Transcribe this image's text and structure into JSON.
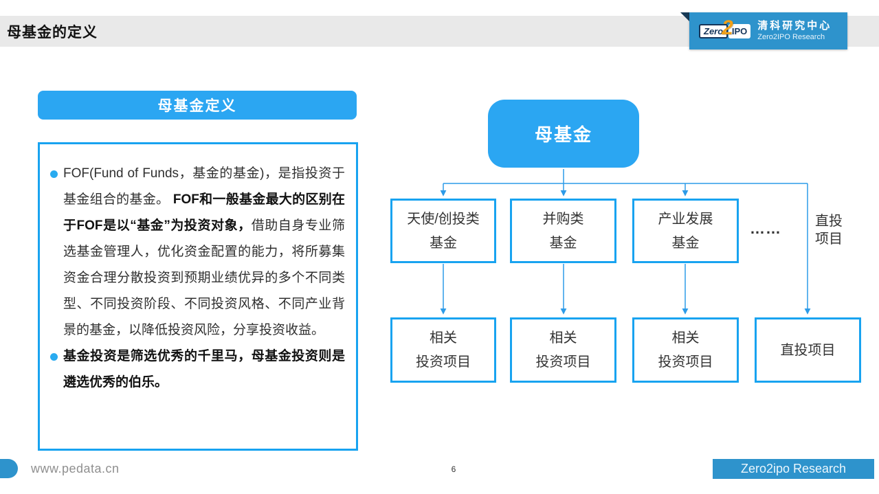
{
  "header": {
    "title": "母基金的定义",
    "logo": {
      "zero": "Zero",
      "two": "2",
      "ipo": "IPO",
      "org_cn": "清科研究中心",
      "org_en": "Zero2IPO Research"
    }
  },
  "left_panel": {
    "heading": "母基金定义",
    "bullet1": {
      "normal1": "FOF(Fund of Funds，基金的基金)，是指投资于基金组合的基金。 ",
      "bold": "FOF和一般基金最大的区别在于FOF是以“基金”为投资对象，",
      "normal2": "借助自身专业筛选基金管理人，优化资金配置的能力，将所募集资金合理分散投资到预期业绩优异的多个不同类型、不同投资阶段、不同投资风格、不同产业背景的基金，以降低投资风险，分享投资收益。"
    },
    "bullet2": "基金投资是筛选优秀的千里马，母基金投资则是遴选优秀的伯乐。"
  },
  "flowchart": {
    "root": "母基金",
    "funds": [
      {
        "line1": "天使/创投类",
        "line2": "基金"
      },
      {
        "line1": "并购类",
        "line2": "基金"
      },
      {
        "line1": "产业发展",
        "line2": "基金"
      }
    ],
    "ellipsis": "……",
    "direct_invest_label": {
      "line1": "直投",
      "line2": "项目"
    },
    "projects": [
      {
        "line1": "相关",
        "line2": "投资项目"
      },
      {
        "line1": "相关",
        "line2": "投资项目"
      },
      {
        "line1": "相关",
        "line2": "投资项目"
      }
    ],
    "direct_project": "直投项目"
  },
  "footer": {
    "website": "www.pedata.cn",
    "page_number": "6",
    "brand": "Zero2ipo Research"
  },
  "colors": {
    "accent_blue": "#2ba6f2",
    "border_blue": "#18a3f0",
    "connector_blue": "#2c9be8",
    "badge_blue": "#2e93cc",
    "band_gray": "#e9e9e9"
  }
}
